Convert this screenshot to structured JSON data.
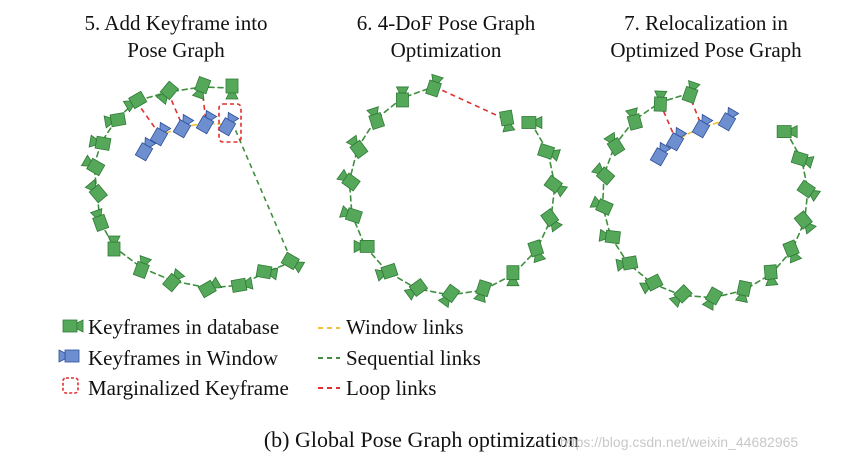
{
  "panels": [
    {
      "title_line1": "5. Add Keyframe into",
      "title_line2": "Pose Graph"
    },
    {
      "title_line1": "6. 4-DoF Pose Graph",
      "title_line2": "Optimization"
    },
    {
      "title_line1": "7. Relocalization in",
      "title_line2": "Optimized Pose Graph"
    }
  ],
  "legend": {
    "db_keyframes": "Keyframes in database",
    "window_keyframes": "Keyframes in Window",
    "marginalized": "Marginalized Keyframe",
    "window_links": "Window links",
    "sequential_links": "Sequential links",
    "loop_links": "Loop links"
  },
  "caption": "(b) Global Pose Graph optimization",
  "watermark": "https://blog.csdn.net/weixin_44682965",
  "colors": {
    "db_keyframe": "#55a85a",
    "db_keyframe_border": "#2f7a35",
    "window_keyframe": "#6d8fd0",
    "window_keyframe_border": "#2e4f9a",
    "window_link": "#f2c03a",
    "sequential_link": "#3f8f3f",
    "loop_link": "#e03030",
    "marginalized_box": "#e03030"
  }
}
